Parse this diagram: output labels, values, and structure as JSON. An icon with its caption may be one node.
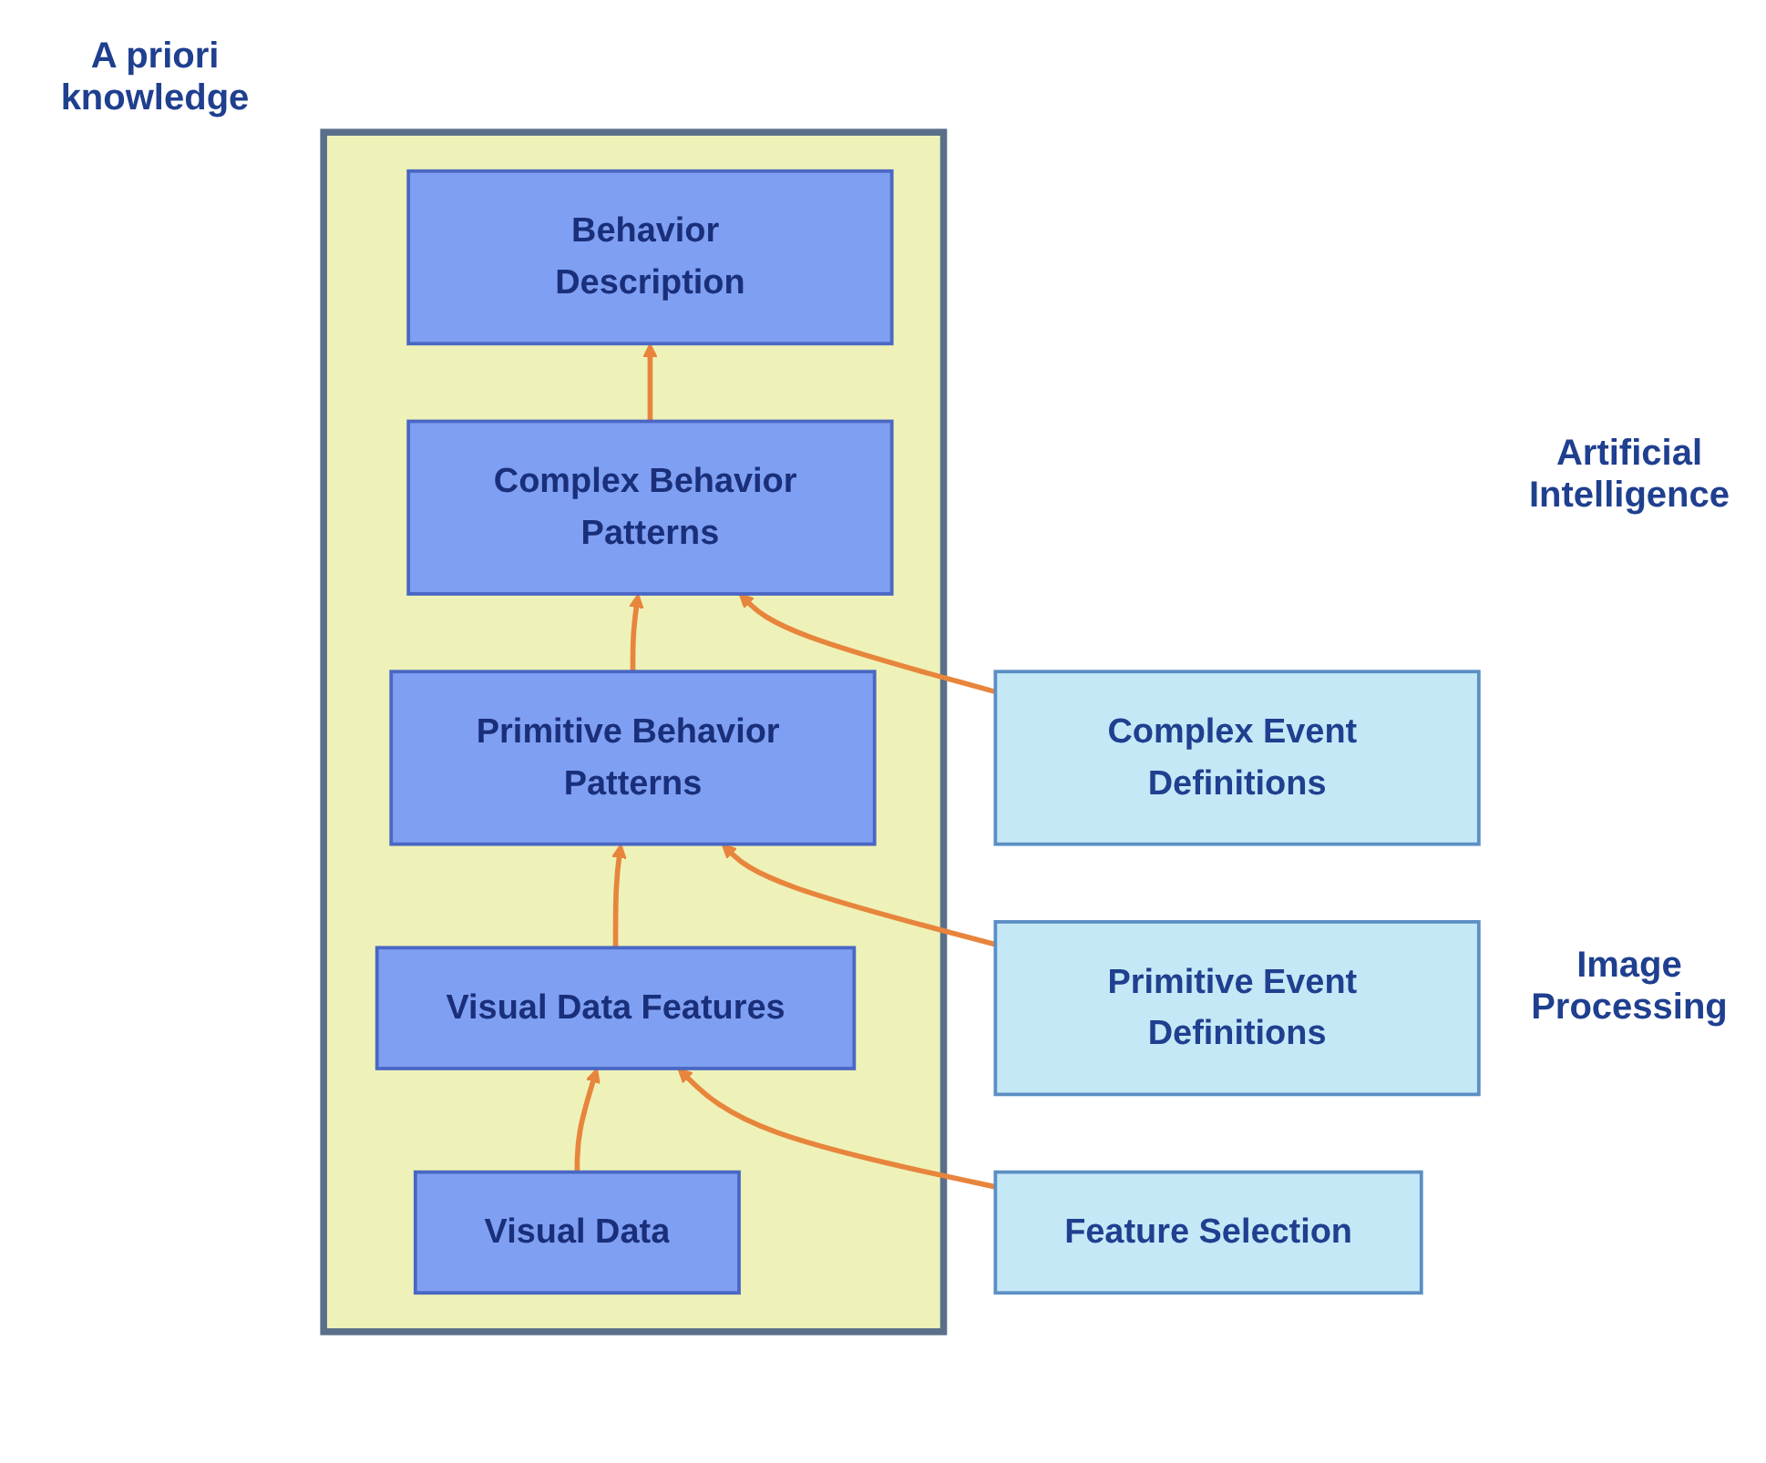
{
  "diagram": {
    "nodes": [
      {
        "text": [],
        "shape": "box"
      },
      {
        "text": [
          "Behavior Description"
        ],
        "in": 0
      },
      {
        "text": [
          "Complex Behavior Patterns"
        ],
        "in": 0
      },
      {
        "text": [
          "Primitive Behavior Patterns"
        ],
        "in": 0
      },
      {
        "text": [
          "Visual Data Features"
        ],
        "in": 0
      },
      {
        "text": [
          "Visual Data"
        ],
        "in": 0
      },
      {
        "text": [
          "Complex Event Definitions"
        ]
      },
      {
        "text": [
          "Primitive Event Definitions"
        ]
      },
      {
        "text": [
          "Feature Selection"
        ]
      }
    ],
    "edges": [
      {
        "from": 5,
        "to": 4,
        "arrow": "to"
      },
      {
        "from": 4,
        "to": 3,
        "arrow": "to"
      },
      {
        "from": 3,
        "to": 2,
        "arrow": "to"
      },
      {
        "from": 2,
        "to": 1,
        "arrow": "to"
      },
      {
        "from": 6,
        "to": 2,
        "arrow": "to"
      },
      {
        "from": 7,
        "to": 3,
        "arrow": "to"
      },
      {
        "from": 8,
        "to": 4,
        "arrow": "to"
      }
    ],
    "labels": [
      "A priori knowledge",
      "Artificial Intelligence",
      "Image Processing"
    ]
  }
}
